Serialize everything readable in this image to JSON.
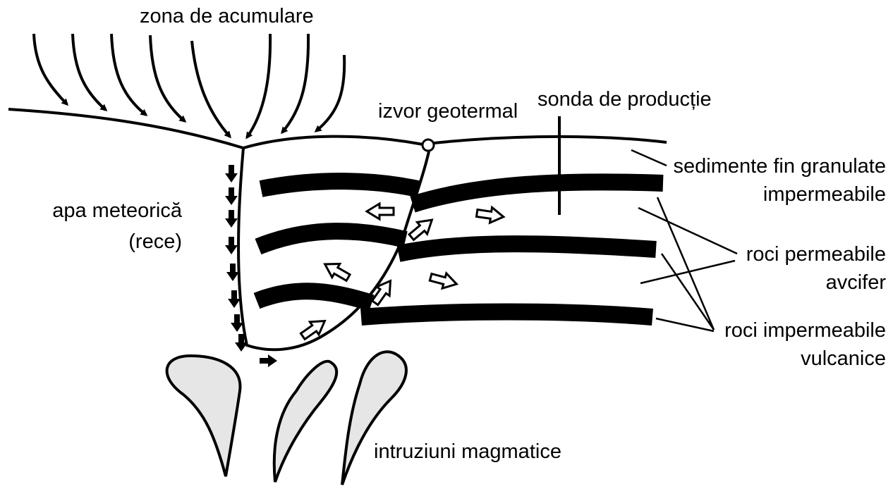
{
  "labels": {
    "accumulation_zone": "zona de acumulare",
    "geothermal_spring": "izvor geotermal",
    "production_well": "sonda de producție",
    "meteoric_water_line1": "apa meteorică",
    "meteoric_water_line2": "(rece)",
    "fine_sediments_line1": "sedimente fin granulate",
    "fine_sediments_line2": "impermeabile",
    "permeable_rocks_line1": "roci permeabile",
    "permeable_rocks_line2": "avcifer",
    "impermeable_rocks_line1": "roci impermeabile",
    "impermeable_rocks_line2": "vulcanice",
    "magmatic_intrusions": "intruziuni magmatice"
  },
  "colors": {
    "ink": "#000000",
    "intrusion_fill": "#e6e6e6",
    "background": "#ffffff"
  },
  "icons": {
    "rain_arrow": "curved-down-arrow-icon",
    "cold_flow_arrow": "solid-down-arrow-icon",
    "hot_flow_arrow": "hollow-arrow-icon",
    "spring": "circle-spring-icon"
  }
}
